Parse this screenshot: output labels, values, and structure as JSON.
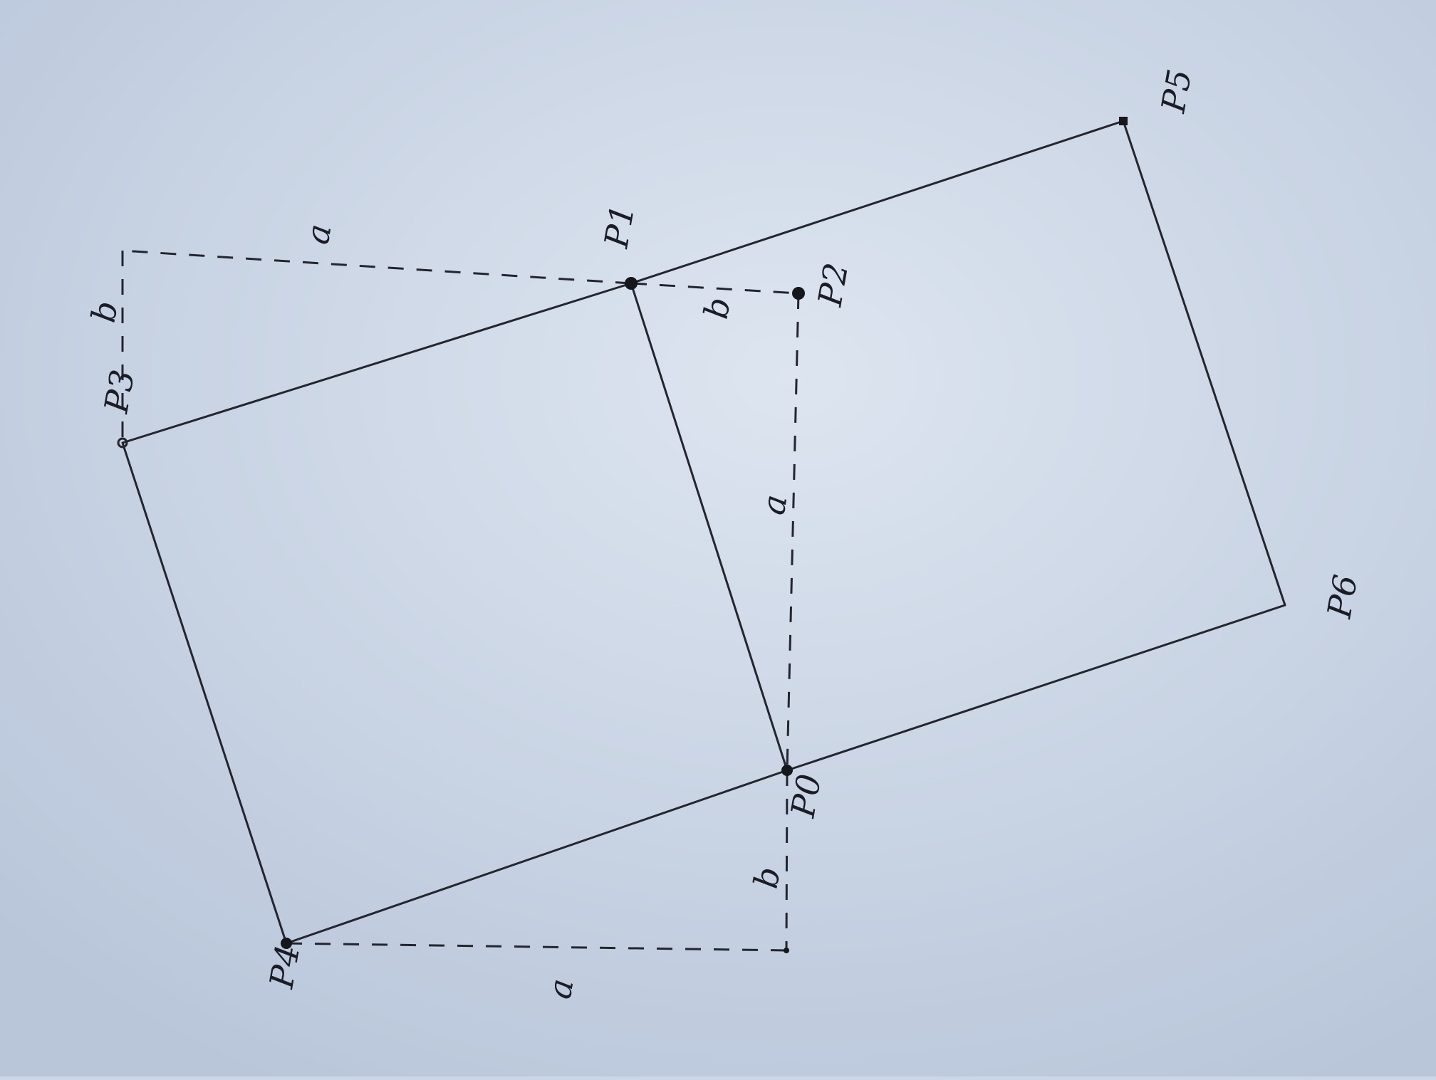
{
  "colors": {
    "paper": "#cbd6e6",
    "paper_light": "#dbe3ef",
    "ink": "#23262e"
  },
  "points": {
    "p0": "P0",
    "p1": "P1",
    "p2": "P2",
    "p3": "P3",
    "p4": "P4",
    "p5": "P5",
    "p6": "P6"
  },
  "dimensions": {
    "a_top": "a",
    "b_top": "b",
    "b_mid": "b",
    "a_mid": "a",
    "b_low": "b",
    "a_bottom": "a"
  }
}
